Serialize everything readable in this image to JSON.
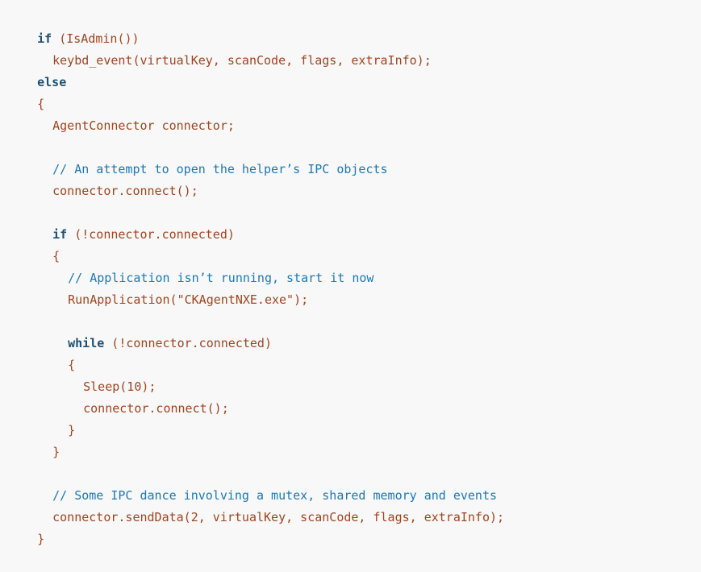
{
  "code": {
    "lines": [
      {
        "kw": "if",
        "text": " (IsAdmin())"
      },
      {
        "text": "keybd_event(virtualKey, scanCode, flags, extraInfo);"
      },
      {
        "kw": "else"
      },
      {
        "text": "{"
      },
      {
        "text": "AgentConnector connector;"
      },
      {
        "text": ""
      },
      {
        "comment": "// An attempt to open the helper’s IPC objects"
      },
      {
        "text": "connector.connect();"
      },
      {
        "text": ""
      },
      {
        "kw": "if",
        "text": " (!connector.connected)"
      },
      {
        "text": "{"
      },
      {
        "comment": "// Application isn’t running, start it now"
      },
      {
        "text": "RunApplication(\"CKAgentNXE.exe\");"
      },
      {
        "text": ""
      },
      {
        "kw": "while",
        "text": " (!connector.connected)"
      },
      {
        "text": "{"
      },
      {
        "text": "Sleep(10);"
      },
      {
        "text": "connector.connect();"
      },
      {
        "text": "}"
      },
      {
        "text": "}"
      },
      {
        "text": ""
      },
      {
        "comment": "// Some IPC dance involving a mutex, shared memory and events"
      },
      {
        "text": "connector.sendData(2, virtualKey, scanCode, flags, extraInfo);"
      },
      {
        "text": "}"
      }
    ]
  }
}
